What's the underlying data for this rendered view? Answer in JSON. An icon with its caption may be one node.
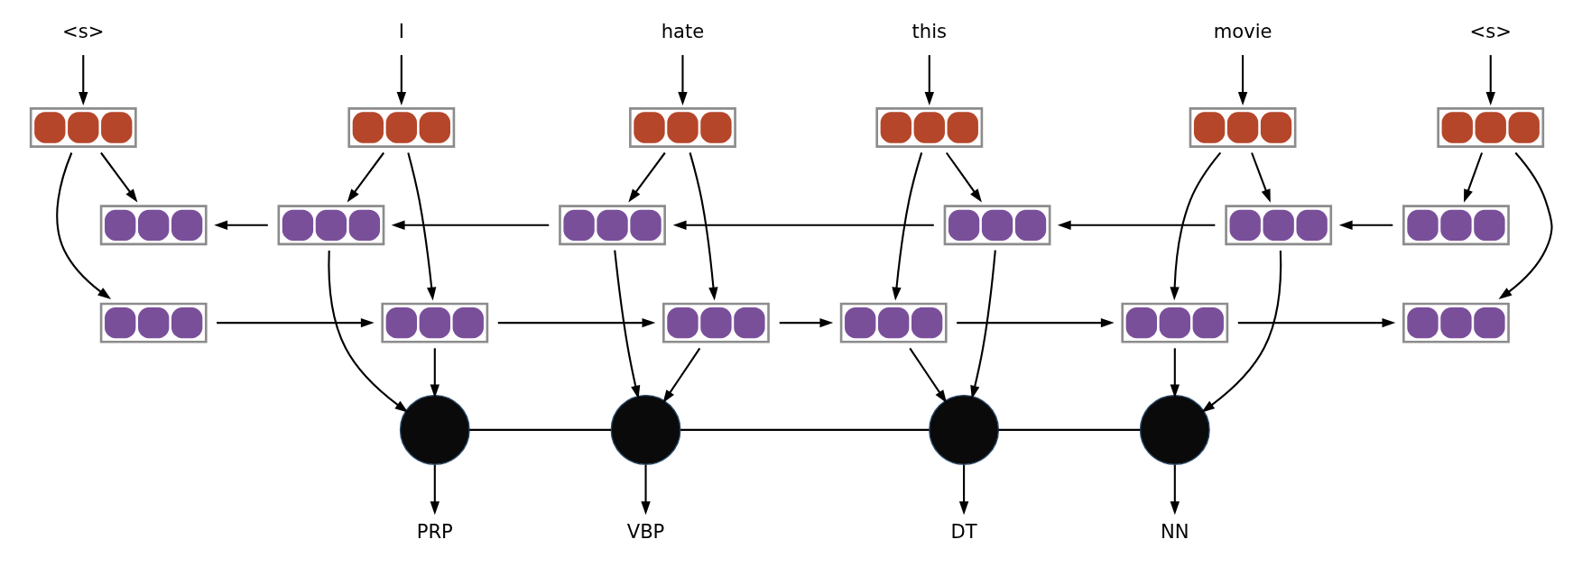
{
  "diagram": {
    "nodes": [
      {
        "text": [
          "<s>"
        ]
      },
      {
        "text": [
          "I"
        ]
      },
      {
        "text": [
          "hate"
        ]
      },
      {
        "text": [
          "this"
        ]
      },
      {
        "text": [
          "movie"
        ]
      },
      {
        "text": [
          "<s>"
        ]
      },
      {
        "text": [],
        "shape": "box"
      },
      {
        "text": [],
        "shape": "box"
      },
      {
        "text": [],
        "shape": "box"
      },
      {
        "text": [],
        "shape": "box"
      },
      {
        "text": [],
        "shape": "box"
      },
      {
        "text": [],
        "shape": "box"
      },
      {
        "text": [],
        "shape": "box"
      },
      {
        "text": [],
        "shape": "box"
      },
      {
        "text": [],
        "shape": "box"
      },
      {
        "text": [],
        "shape": "box"
      },
      {
        "text": [],
        "shape": "box"
      },
      {
        "text": [],
        "shape": "box"
      },
      {
        "text": [],
        "shape": "box"
      },
      {
        "text": [],
        "shape": "box"
      },
      {
        "text": [],
        "shape": "box"
      },
      {
        "text": [],
        "shape": "box"
      },
      {
        "text": [],
        "shape": "box"
      },
      {
        "text": [],
        "shape": "box"
      },
      {
        "text": [],
        "shape": "circle"
      },
      {
        "text": [],
        "shape": "circle"
      },
      {
        "text": [],
        "shape": "circle"
      },
      {
        "text": [],
        "shape": "circle"
      },
      {
        "text": [
          "PRP"
        ]
      },
      {
        "text": [
          "VBP"
        ]
      },
      {
        "text": [
          "DT"
        ]
      },
      {
        "text": [
          "NN"
        ]
      }
    ],
    "edges": [
      {
        "from": 0,
        "to": 6,
        "arrow": "to"
      },
      {
        "from": 1,
        "to": 7,
        "arrow": "to"
      },
      {
        "from": 2,
        "to": 8,
        "arrow": "to"
      },
      {
        "from": 3,
        "to": 9,
        "arrow": "to"
      },
      {
        "from": 4,
        "to": 10,
        "arrow": "to"
      },
      {
        "from": 5,
        "to": 11,
        "arrow": "to"
      },
      {
        "from": 6,
        "to": 12,
        "arrow": "to"
      },
      {
        "from": 6,
        "to": 18,
        "arrow": "to"
      },
      {
        "from": 7,
        "to": 13,
        "arrow": "to"
      },
      {
        "from": 7,
        "to": 19,
        "arrow": "to"
      },
      {
        "from": 8,
        "to": 14,
        "arrow": "to"
      },
      {
        "from": 8,
        "to": 20,
        "arrow": "to"
      },
      {
        "from": 9,
        "to": 15,
        "arrow": "to"
      },
      {
        "from": 9,
        "to": 21,
        "arrow": "to"
      },
      {
        "from": 10,
        "to": 16,
        "arrow": "to"
      },
      {
        "from": 10,
        "to": 22,
        "arrow": "to"
      },
      {
        "from": 11,
        "to": 17,
        "arrow": "to"
      },
      {
        "from": 11,
        "to": 23,
        "arrow": "to"
      },
      {
        "from": 13,
        "to": 12,
        "arrow": "to"
      },
      {
        "from": 14,
        "to": 13,
        "arrow": "to"
      },
      {
        "from": 15,
        "to": 14,
        "arrow": "to"
      },
      {
        "from": 16,
        "to": 15,
        "arrow": "to"
      },
      {
        "from": 17,
        "to": 16,
        "arrow": "to"
      },
      {
        "from": 18,
        "to": 19,
        "arrow": "to"
      },
      {
        "from": 19,
        "to": 20,
        "arrow": "to"
      },
      {
        "from": 20,
        "to": 21,
        "arrow": "to"
      },
      {
        "from": 21,
        "to": 22,
        "arrow": "to"
      },
      {
        "from": 22,
        "to": 23,
        "arrow": "to"
      },
      {
        "from": 13,
        "to": 24,
        "arrow": "to"
      },
      {
        "from": 19,
        "to": 24,
        "arrow": "to"
      },
      {
        "from": 14,
        "to": 25,
        "arrow": "to"
      },
      {
        "from": 20,
        "to": 25,
        "arrow": "to"
      },
      {
        "from": 15,
        "to": 26,
        "arrow": "to"
      },
      {
        "from": 21,
        "to": 26,
        "arrow": "to"
      },
      {
        "from": 16,
        "to": 27,
        "arrow": "to"
      },
      {
        "from": 22,
        "to": 27,
        "arrow": "to"
      },
      {
        "from": 24,
        "to": 25,
        "arrow": "none"
      },
      {
        "from": 25,
        "to": 26,
        "arrow": "none"
      },
      {
        "from": 26,
        "to": 27,
        "arrow": "none"
      },
      {
        "from": 24,
        "to": 28,
        "arrow": "to"
      },
      {
        "from": 25,
        "to": 29,
        "arrow": "to"
      },
      {
        "from": 26,
        "to": 30,
        "arrow": "to"
      },
      {
        "from": 27,
        "to": 31,
        "arrow": "to"
      }
    ]
  }
}
